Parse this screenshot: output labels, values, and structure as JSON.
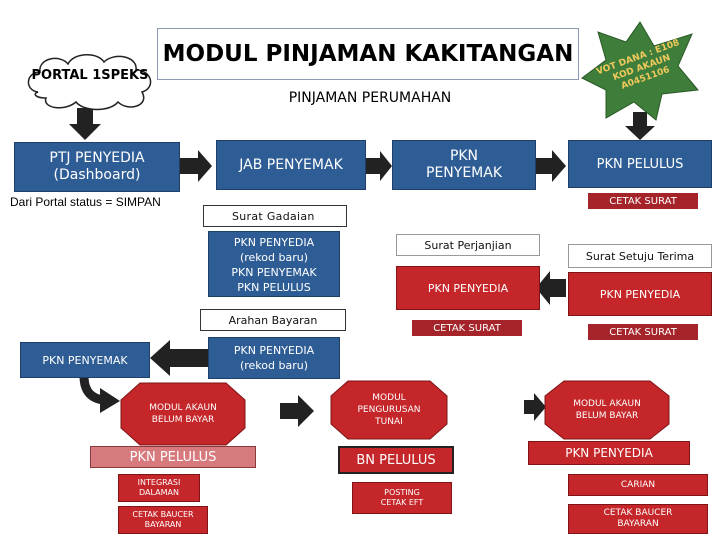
{
  "title": "MODUL PINJAMAN KAKITANGAN",
  "subtitle": "PINJAMAN PERUMAHAN",
  "portal": "PORTAL 1SPEKS",
  "star": {
    "line1": "VOT DANA : E108",
    "line2": "KOD AKAUN",
    "line3": "A0451106"
  },
  "ptj": {
    "line1": "PTJ PENYEDIA",
    "line2": "(Dashboard)"
  },
  "portal_status": "Dari Portal status = SIMPAN",
  "jab_penyemak": "JAB PENYEMAK",
  "pkn_penyemak_top": {
    "line1": "PKN",
    "line2": "PENYEMAK"
  },
  "pkn_pelulus_top": "PKN PELULUS",
  "cetak_surat_1": "CETAK SURAT",
  "surat_gadaian": "Surat Gadaian",
  "sg_list": [
    "PKN PENYEDIA",
    "(rekod baru)",
    "PKN PENYEMAK",
    "PKN PELULUS"
  ],
  "surat_perjanjian": "Surat Perjanjian",
  "pkn_penyedia_mid": "PKN PENYEDIA",
  "cetak_surat_2": "CETAK SURAT",
  "surat_setuju": "Surat Setuju Terima",
  "pkn_penyedia_right": "PKN PENYEDIA",
  "cetak_surat_3": "CETAK SURAT",
  "arahan_bayaran": "Arahan Bayaran",
  "pkn_penyemak_left": "PKN PENYEMAK",
  "pkn_penyedia_rekod": {
    "line1": "PKN PENYEDIA",
    "line2": "(rekod baru)"
  },
  "modul_akaun_1": {
    "line1": "MODUL AKAUN",
    "line2": "BELUM BAYAR"
  },
  "pkn_pelulus_bottom": "PKN PELULUS",
  "integrasi": {
    "line1": "INTEGRASI",
    "line2": "DALAMAN"
  },
  "cetak_baucer_1": {
    "line1": "CETAK BAUCER",
    "line2": "BAYARAN"
  },
  "modul_pengurusan": {
    "line1": "MODUL",
    "line2": "PENGURUSAN",
    "line3": "TUNAI"
  },
  "bn_pelulus": "BN PELULUS",
  "posting": {
    "line1": "POSTING",
    "line2": "CETAK EFT"
  },
  "modul_akaun_2": {
    "line1": "MODUL AKAUN",
    "line2": "BELUM BAYAR"
  },
  "pkn_penyedia_bottom": "PKN PENYEDIA",
  "carian": "CARIAN",
  "cetak_baucer_2": {
    "line1": "CETAK BAUCER",
    "line2": "BAYARAN"
  }
}
